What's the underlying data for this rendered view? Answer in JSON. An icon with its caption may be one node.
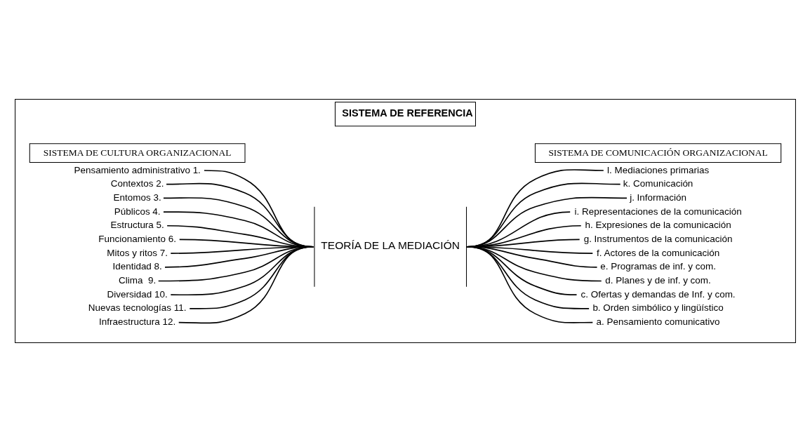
{
  "diagram": {
    "nodes": [
      {
        "text": [
          "SISTEMA DE REFERENCIA"
        ]
      },
      {
        "text": [
          "SISTEMA DE CULTURA ORGANIZACIONAL"
        ],
        "in": 0
      },
      {
        "text": [
          "SISTEMA DE COMUNICACIÓN ORGANIZACIONAL"
        ],
        "in": 0
      },
      {
        "text": [
          "TEORÍA DE LA MEDIACIÓN"
        ],
        "in": 0
      },
      {
        "text": [
          "Pensamiento administrativo 1."
        ],
        "in": 0
      },
      {
        "text": [
          "Contextos 2."
        ],
        "in": 0
      },
      {
        "text": [
          "Entomos 3."
        ],
        "in": 0
      },
      {
        "text": [
          "Públicos 4."
        ],
        "in": 0
      },
      {
        "text": [
          "Estructura 5."
        ],
        "in": 0
      },
      {
        "text": [
          "Funcionamiento 6."
        ],
        "in": 0
      },
      {
        "text": [
          "Mitos y ritos 7."
        ],
        "in": 0
      },
      {
        "text": [
          "Identidad 8."
        ],
        "in": 0
      },
      {
        "text": [
          "Clima  9."
        ],
        "in": 0
      },
      {
        "text": [
          "Diversidad 10."
        ],
        "in": 0
      },
      {
        "text": [
          "Nuevas tecnologías 11."
        ],
        "in": 0
      },
      {
        "text": [
          "Infraestructura 12."
        ],
        "in": 0
      },
      {
        "text": [
          "a. Pensamiento comunicativo"
        ],
        "in": 0
      },
      {
        "text": [
          "b. Orden simbólico y lingüístico"
        ],
        "in": 0
      },
      {
        "text": [
          "c. Ofertas y demandas de Inf. y com."
        ],
        "in": 0
      },
      {
        "text": [
          "d. Planes y de inf. y com."
        ],
        "in": 0
      },
      {
        "text": [
          "e. Programas de inf. y com."
        ],
        "in": 0
      },
      {
        "text": [
          "f. Actores de la comunicación"
        ],
        "in": 0
      },
      {
        "text": [
          "g. Instrumentos de la comunicación"
        ],
        "in": 0
      },
      {
        "text": [
          "h. Expresiones de la comunicación"
        ],
        "in": 0
      },
      {
        "text": [
          "i. Representaciones de la comunicación"
        ],
        "in": 0
      },
      {
        "text": [
          "j. Información"
        ],
        "in": 0
      },
      {
        "text": [
          "k. Comunicación"
        ],
        "in": 0
      },
      {
        "text": [
          "l. Mediaciones primarias"
        ],
        "in": 0
      }
    ],
    "edges": [
      {
        "from": 4,
        "to": 3,
        "arrow": "none"
      },
      {
        "from": 5,
        "to": 3,
        "arrow": "none"
      },
      {
        "from": 6,
        "to": 3,
        "arrow": "none"
      },
      {
        "from": 7,
        "to": 3,
        "arrow": "none"
      },
      {
        "from": 8,
        "to": 3,
        "arrow": "none"
      },
      {
        "from": 9,
        "to": 3,
        "arrow": "none"
      },
      {
        "from": 10,
        "to": 3,
        "arrow": "none"
      },
      {
        "from": 11,
        "to": 3,
        "arrow": "none"
      },
      {
        "from": 12,
        "to": 3,
        "arrow": "none"
      },
      {
        "from": 13,
        "to": 3,
        "arrow": "none"
      },
      {
        "from": 14,
        "to": 3,
        "arrow": "none"
      },
      {
        "from": 15,
        "to": 3,
        "arrow": "none"
      },
      {
        "from": 3,
        "to": 16,
        "arrow": "none"
      },
      {
        "from": 3,
        "to": 17,
        "arrow": "none"
      },
      {
        "from": 3,
        "to": 18,
        "arrow": "none"
      },
      {
        "from": 3,
        "to": 19,
        "arrow": "none"
      },
      {
        "from": 3,
        "to": 20,
        "arrow": "none"
      },
      {
        "from": 3,
        "to": 21,
        "arrow": "none"
      },
      {
        "from": 3,
        "to": 22,
        "arrow": "none"
      },
      {
        "from": 3,
        "to": 23,
        "arrow": "none"
      },
      {
        "from": 3,
        "to": 24,
        "arrow": "none"
      },
      {
        "from": 3,
        "to": 25,
        "arrow": "none"
      },
      {
        "from": 3,
        "to": 26,
        "arrow": "none"
      },
      {
        "from": 3,
        "to": 27,
        "arrow": "none"
      }
    ]
  }
}
